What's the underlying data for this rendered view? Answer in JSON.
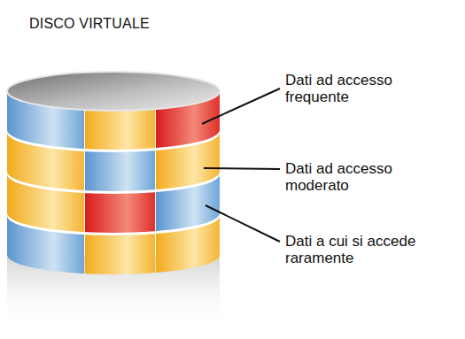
{
  "diagram": {
    "title": "DISCO VIRTUALE",
    "labels": [
      "Dati ad accesso frequente",
      "Dati ad accesso moderato",
      "Dati a cui si accede raramente"
    ]
  }
}
